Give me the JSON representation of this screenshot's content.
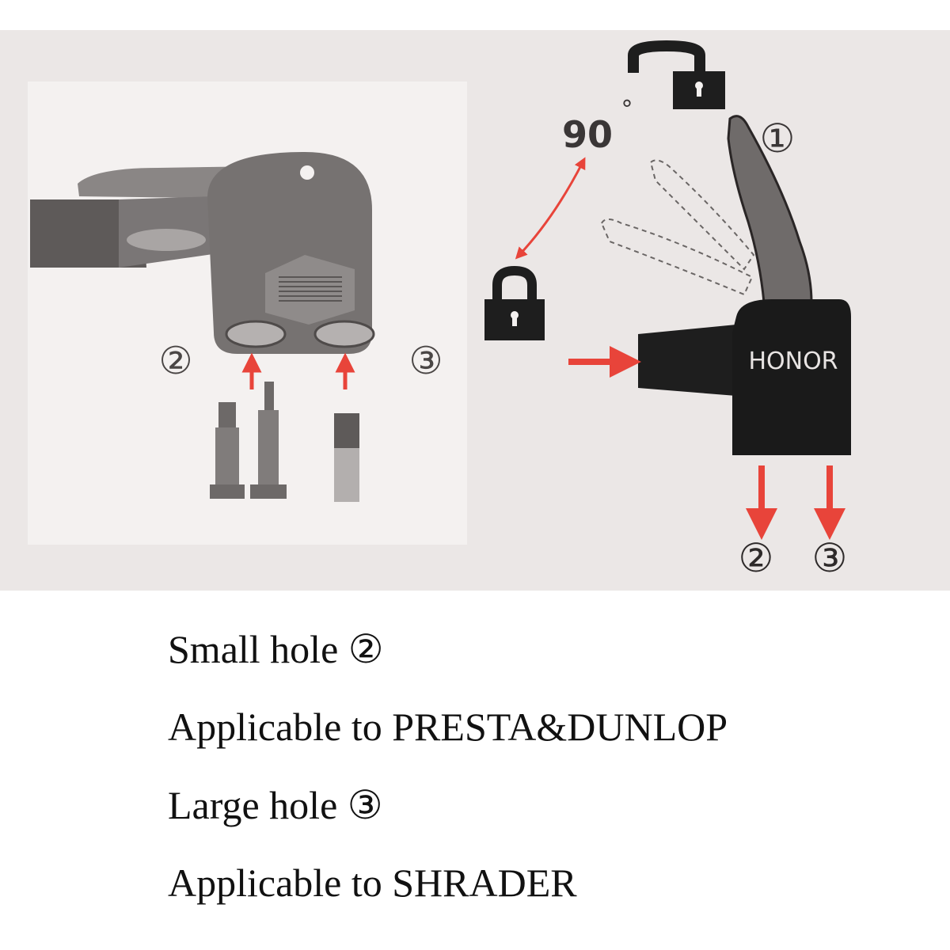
{
  "diagram": {
    "angle_label": "90",
    "degree_symbol": "°",
    "lever_number": "①",
    "small_hole_number": "②",
    "large_hole_number": "③",
    "brand": "HONOR",
    "out_small_number": "②",
    "out_large_number": "③",
    "arrow_color": "#e8443a"
  },
  "captions": {
    "line1": "Small hole ②",
    "line2": "Applicable to PRESTA&DUNLOP",
    "line3": "Large hole ③",
    "line4": "Applicable to SHRADER"
  }
}
